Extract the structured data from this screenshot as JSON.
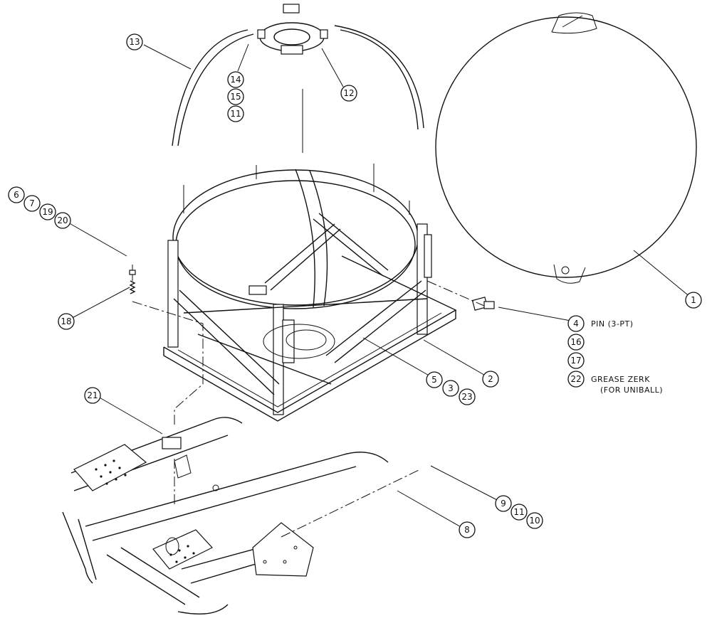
{
  "callouts": {
    "c1": "1",
    "c2": "2",
    "c3": "3",
    "c4": "4",
    "c5": "5",
    "c6": "6",
    "c7": "7",
    "c8": "8",
    "c9": "9",
    "c10": "10",
    "c11a": "11",
    "c11b": "11",
    "c12": "12",
    "c13": "13",
    "c14": "14",
    "c15": "15",
    "c16": "16",
    "c17": "17",
    "c18": "18",
    "c19": "19",
    "c20": "20",
    "c21": "21",
    "c22": "22",
    "c23": "23"
  },
  "notes": {
    "pin": "PIN (3-PT)",
    "grease": "GREASE ZERK",
    "uniball": "(FOR UNIBALL)"
  }
}
